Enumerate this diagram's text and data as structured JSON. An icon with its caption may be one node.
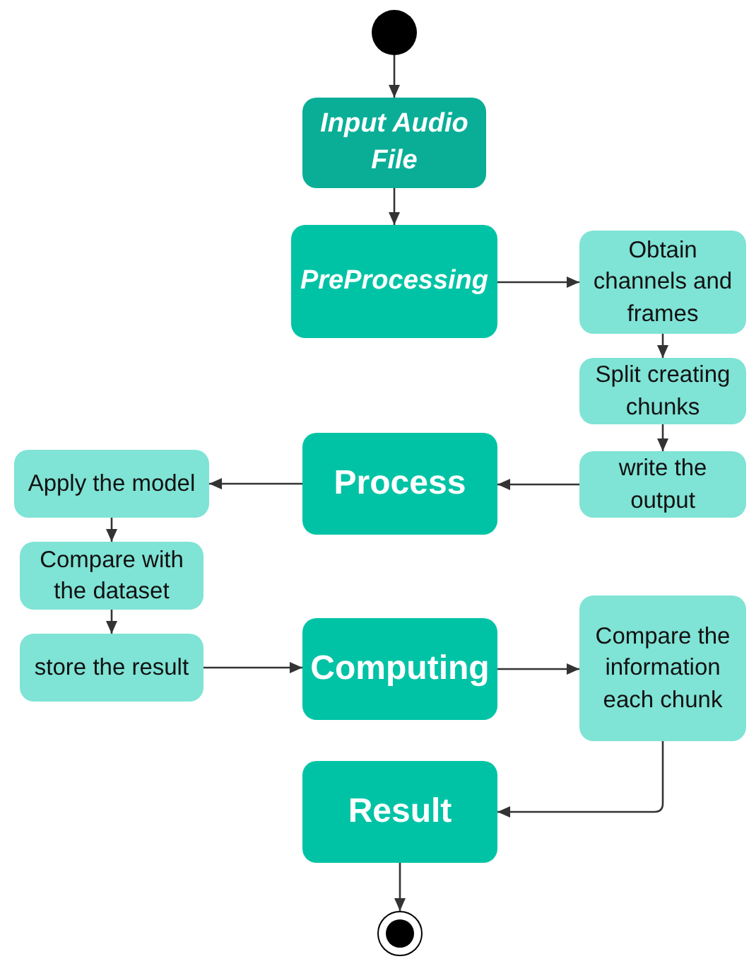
{
  "diagram": {
    "nodes": [
      {
        "text": [],
        "shape": "circle"
      },
      {
        "text": [
          "Input Audio File"
        ]
      },
      {
        "text": [
          "PreProcessing"
        ]
      },
      {
        "text": [
          "Obtain channels and frames"
        ]
      },
      {
        "text": [
          "Split creating chunks"
        ]
      },
      {
        "text": [
          "write the output"
        ]
      },
      {
        "text": [
          "Process"
        ]
      },
      {
        "text": [
          "Apply the model"
        ]
      },
      {
        "text": [
          "Compare with the dataset"
        ]
      },
      {
        "text": [
          "store the result"
        ]
      },
      {
        "text": [
          "Computing"
        ]
      },
      {
        "text": [
          "Compare the information each chunk"
        ]
      },
      {
        "text": [
          "Result"
        ]
      },
      {
        "text": [],
        "shape": "circle"
      }
    ],
    "edges": [
      {
        "from": 0,
        "to": 1,
        "arrow": "to"
      },
      {
        "from": 1,
        "to": 2,
        "arrow": "to"
      },
      {
        "from": 2,
        "to": 3,
        "arrow": "to"
      },
      {
        "from": 3,
        "to": 4,
        "arrow": "to"
      },
      {
        "from": 4,
        "to": 5,
        "arrow": "to"
      },
      {
        "from": 5,
        "to": 6,
        "arrow": "to"
      },
      {
        "from": 6,
        "to": 7,
        "arrow": "to"
      },
      {
        "from": 7,
        "to": 8,
        "arrow": "to"
      },
      {
        "from": 8,
        "to": 9,
        "arrow": "to"
      },
      {
        "from": 9,
        "to": 10,
        "arrow": "to"
      },
      {
        "from": 10,
        "to": 11,
        "arrow": "to"
      },
      {
        "from": 11,
        "to": 12,
        "arrow": "to"
      },
      {
        "from": 12,
        "to": 13,
        "arrow": "to"
      }
    ]
  }
}
